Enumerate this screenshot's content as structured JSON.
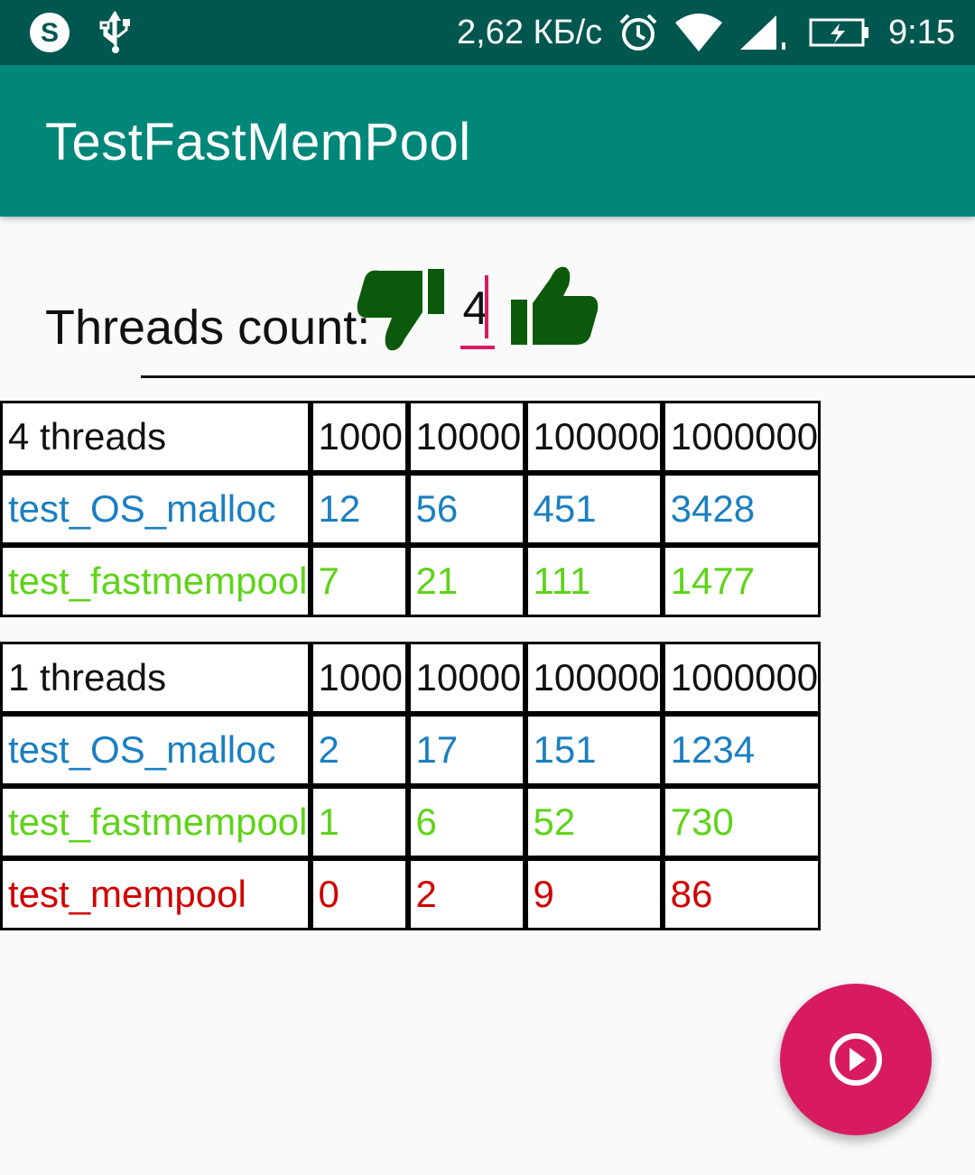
{
  "status_bar": {
    "network_speed": "2,62 КБ/с",
    "time": "9:15",
    "icons": [
      "skype-icon",
      "usb-icon",
      "alarm-icon",
      "wifi-icon",
      "signal-icon",
      "battery-charging-icon"
    ]
  },
  "app": {
    "title": "TestFastMemPool"
  },
  "controls": {
    "threads_label": "Threads count:",
    "threads_value": "4",
    "decrease_icon": "thumbs-down-icon",
    "increase_icon": "thumbs-up-icon"
  },
  "tables": [
    {
      "header": [
        "4 threads",
        "1000",
        "10000",
        "100000",
        "1000000"
      ],
      "rows": [
        {
          "color": "#1a7fc1",
          "cells": [
            "test_OS_malloc",
            "12",
            "56",
            "451",
            "3428"
          ]
        },
        {
          "color": "#5fd31a",
          "cells": [
            "test_fastmempool",
            "7",
            "21",
            "111",
            "1477"
          ]
        }
      ]
    },
    {
      "header": [
        "1 threads",
        "1000",
        "10000",
        "100000",
        "1000000"
      ],
      "rows": [
        {
          "color": "#1a7fc1",
          "cells": [
            "test_OS_malloc",
            "2",
            "17",
            "151",
            "1234"
          ]
        },
        {
          "color": "#5fd31a",
          "cells": [
            "test_fastmempool",
            "1",
            "6",
            "52",
            "730"
          ]
        },
        {
          "color": "#d00000",
          "cells": [
            "test_mempool",
            "0",
            "2",
            "9",
            "86"
          ]
        }
      ]
    }
  ],
  "colors": {
    "status_bar": "#00574f",
    "app_bar": "#00877a",
    "accent": "#d81b60",
    "thumb_icons": "#0b5a0b"
  },
  "fab": {
    "icon": "play-circle-icon"
  }
}
